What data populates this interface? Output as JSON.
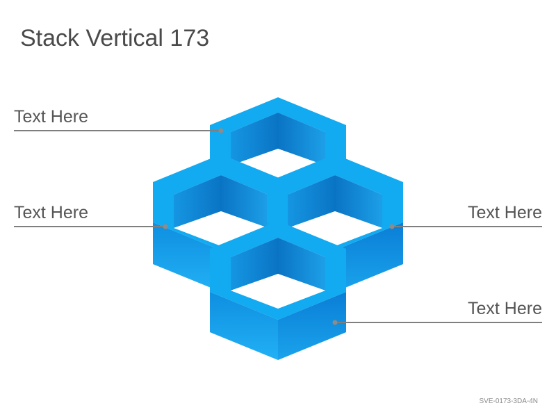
{
  "title": "Stack Vertical 173",
  "labels": {
    "left_top": "Text Here",
    "left_mid": "Text Here",
    "right_mid": "Text Here",
    "right_bottom": "Text Here"
  },
  "footer_code": "SVE-0173-3DA-4N",
  "colors": {
    "top_face": "#12aaf0",
    "side_light": "#1a9ee6",
    "side_dark": "#0b7fcf",
    "connector": "#7f7f7f"
  }
}
